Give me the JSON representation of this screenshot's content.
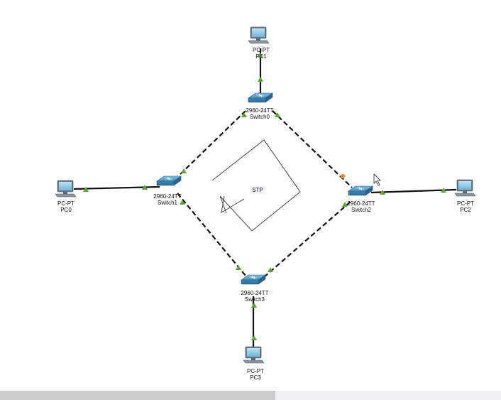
{
  "diagram": {
    "devices": [
      {
        "id": "pc1",
        "type": "pc",
        "model": "PC-PT",
        "name": "PC1"
      },
      {
        "id": "pc0",
        "type": "pc",
        "model": "PC-PT",
        "name": "PC0"
      },
      {
        "id": "pc2",
        "type": "pc",
        "model": "PC-PT",
        "name": "PC2"
      },
      {
        "id": "pc3",
        "type": "pc",
        "model": "PC-PT",
        "name": "PC3"
      },
      {
        "id": "switch0",
        "type": "switch",
        "model": "2960-24TT",
        "name": "Switch0"
      },
      {
        "id": "switch1",
        "type": "switch",
        "model": "2960-24TT",
        "name": "Switch1"
      },
      {
        "id": "switch2",
        "type": "switch",
        "model": "2960-24TT",
        "name": "Switch2"
      },
      {
        "id": "switch3",
        "type": "switch",
        "model": "2960-24TT",
        "name": "Switch3"
      }
    ],
    "links": [
      {
        "from": "pc1",
        "to": "switch0",
        "cable": "straight",
        "status": [
          "up",
          "up"
        ]
      },
      {
        "from": "pc0",
        "to": "switch1",
        "cable": "straight",
        "status": [
          "up",
          "up"
        ]
      },
      {
        "from": "pc2",
        "to": "switch2",
        "cable": "straight",
        "status": [
          "up",
          "up"
        ]
      },
      {
        "from": "pc3",
        "to": "switch3",
        "cable": "straight",
        "status": [
          "up",
          "up"
        ]
      },
      {
        "from": "switch0",
        "to": "switch1",
        "cable": "crossover",
        "status": [
          "up",
          "up"
        ]
      },
      {
        "from": "switch0",
        "to": "switch2",
        "cable": "crossover",
        "status": [
          "up",
          "blocking"
        ]
      },
      {
        "from": "switch1",
        "to": "switch3",
        "cable": "crossover",
        "status": [
          "up",
          "up"
        ]
      },
      {
        "from": "switch3",
        "to": "switch2",
        "cable": "crossover",
        "status": [
          "up",
          "up"
        ]
      }
    ],
    "annotation": {
      "text": "STP"
    },
    "colors": {
      "link_up": "#5aa832",
      "link_blocking": "#f08a24",
      "switch_body": "#4a90b8",
      "pc_screen": "#8cc8e6"
    }
  },
  "scrollbar": {
    "orientation": "horizontal"
  }
}
